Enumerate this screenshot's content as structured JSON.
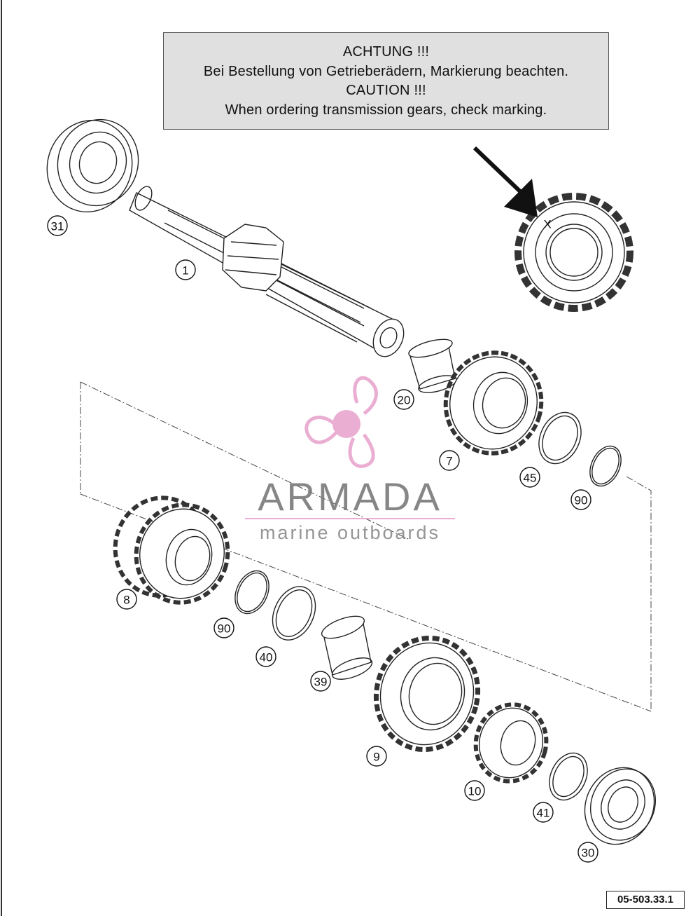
{
  "notice": {
    "lines": [
      "ACHTUNG !!!",
      "Bei Bestellung von Getrieberädern, Markierung beachten.",
      "CAUTION !!!",
      "When ordering transmission gears, check marking."
    ]
  },
  "watermark": {
    "name": "ARMADA",
    "tagline": "marine outboards",
    "color": "#e8a6cf"
  },
  "reference_code": "05-503.33.1",
  "part_labels": [
    "31",
    "1",
    "20",
    "7",
    "45",
    "90",
    "8",
    "90",
    "40",
    "39",
    "9",
    "10",
    "41",
    "30"
  ],
  "marking_symbol": "X"
}
